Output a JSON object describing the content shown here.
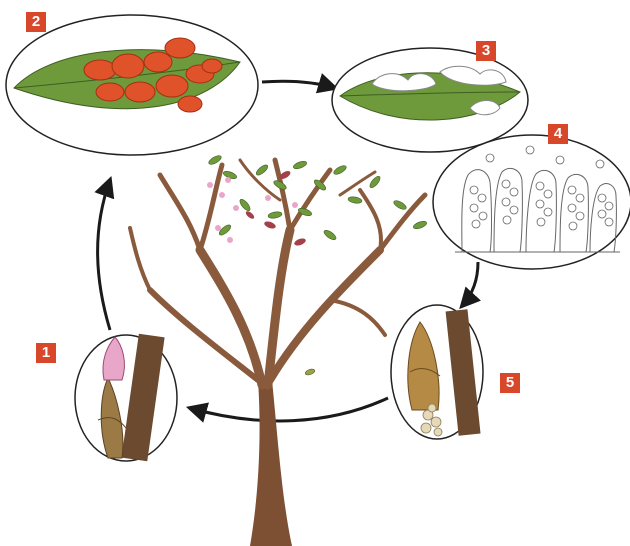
{
  "diagram": {
    "stages": [
      {
        "number": "1",
        "icon": "leaf-bud-icon"
      },
      {
        "number": "2",
        "icon": "curled-leaf-icon"
      },
      {
        "number": "3",
        "icon": "spore-covered-leaf-icon"
      },
      {
        "number": "4",
        "icon": "asci-spores-icon"
      },
      {
        "number": "5",
        "icon": "overwintering-bud-icon"
      }
    ],
    "colors": {
      "badge": "#d9472b",
      "leaf": "#6e9a3c",
      "blister": "#e0532a",
      "bark": "#8a5a3c",
      "arrow": "#1a1a1a"
    }
  }
}
